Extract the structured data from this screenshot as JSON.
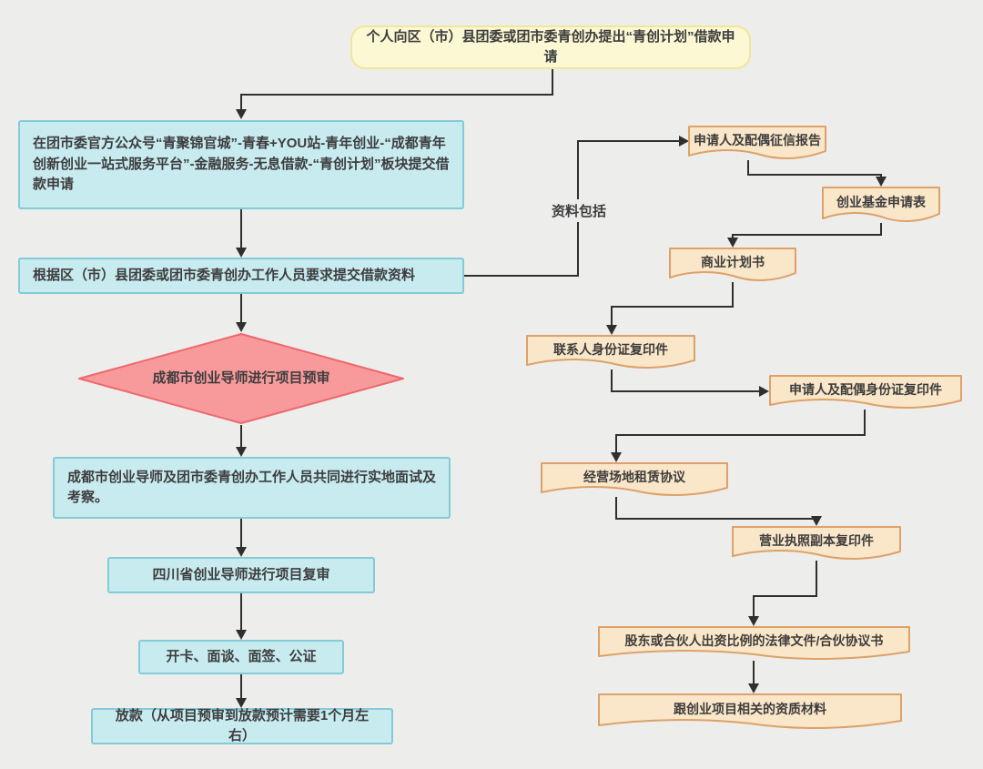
{
  "flowchart": {
    "language": "zh-CN",
    "start": {
      "label": "个人向区（市）县团委或团市委青创办提出“青创计划”借款申请"
    },
    "main_steps": [
      {
        "label": "在团市委官方公众号“青聚锦官城”-青春+YOU站-青年创业-“成都青年创新创业一站式服务平台”-金融服务-无息借款-“青创计划”板块提交借款申请"
      },
      {
        "label": "根据区（市）县团委或团市委青创办工作人员要求提交借款资料"
      },
      {
        "label": "成都市创业导师进行项目预审",
        "shape": "diamond"
      },
      {
        "label": "成都市创业导师及团市委青创办工作人员共同进行实地面试及考察。"
      },
      {
        "label": "四川省创业导师进行项目复审"
      },
      {
        "label": "开卡、面谈、面签、公证"
      },
      {
        "label": "放款（从项目预审到放款预计需要1个月左右）"
      }
    ],
    "branch_label": "资料包括",
    "documents": [
      "申请人及配偶征信报告",
      "创业基金申请表",
      "商业计划书",
      "联系人身份证复印件",
      "申请人及配偶身份证复印件",
      "经营场地租赁协议",
      "营业执照副本复印件",
      "股东或合伙人出资比例的法律文件/合伙协议书",
      "跟创业项目相关的资质材料"
    ],
    "colors": {
      "background": "#edeeec",
      "start_fill": "#fbf8d3",
      "start_border": "#efe79b",
      "process_fill": "#c8ebf0",
      "process_border": "#82cbd7",
      "decision_fill": "#f89a9c",
      "decision_border": "#ed686d",
      "document_fill": "#fae6c8",
      "document_border": "#dda169",
      "connector": "#2f2f2f",
      "text": "#3d3d3d"
    }
  }
}
